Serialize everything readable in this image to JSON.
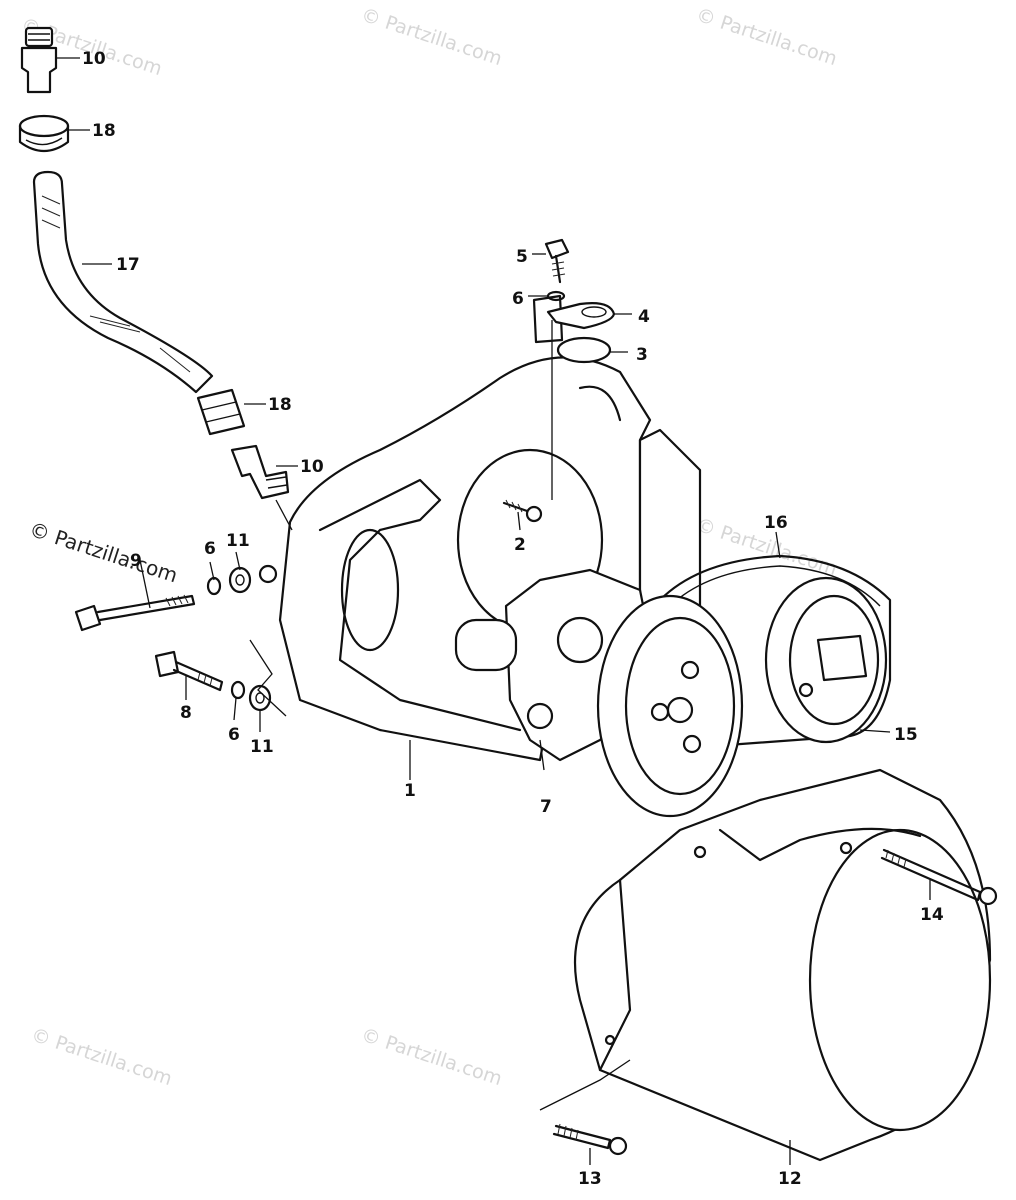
{
  "watermark": "© Partzilla.com",
  "copyright": "© Partzilla.com",
  "callouts": {
    "c1": "1",
    "c2": "2",
    "c3": "3",
    "c4": "4",
    "c5": "5",
    "c6a": "6",
    "c6b": "6",
    "c6c": "6",
    "c7": "7",
    "c8": "8",
    "c9": "9",
    "c10a": "10",
    "c10b": "10",
    "c11a": "11",
    "c11b": "11",
    "c12": "12",
    "c13": "13",
    "c14": "14",
    "c15": "15",
    "c16": "16",
    "c17": "17",
    "c18a": "18",
    "c18b": "18"
  }
}
